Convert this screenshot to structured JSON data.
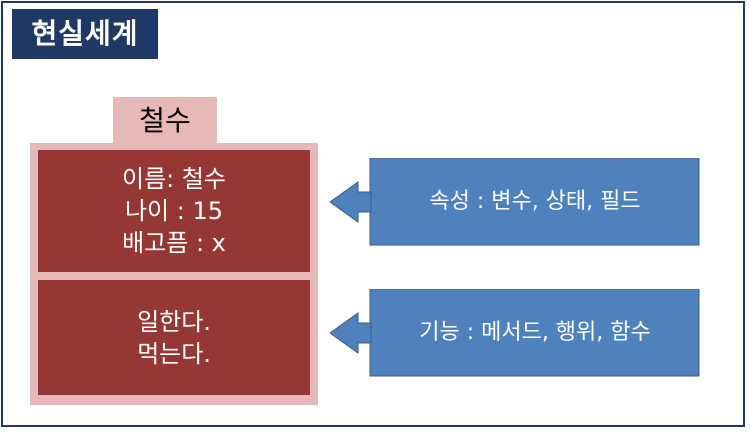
{
  "title": "현실세계",
  "object": {
    "name": "철수",
    "attributes": [
      "이름: 철수",
      "나이 : 15",
      "배고픔 : x"
    ],
    "behaviors": [
      "일한다.",
      "먹는다."
    ]
  },
  "callouts": {
    "attributes_label": "속성 : 변수, 상태, 필드",
    "behaviors_label": "기능 : 메서드, 행위, 함수"
  },
  "colors": {
    "title_bg": "#1f3864",
    "object_light": "#e6b9b8",
    "object_dark": "#953735",
    "callout": "#4f81bd",
    "callout_border": "#385d8a"
  }
}
